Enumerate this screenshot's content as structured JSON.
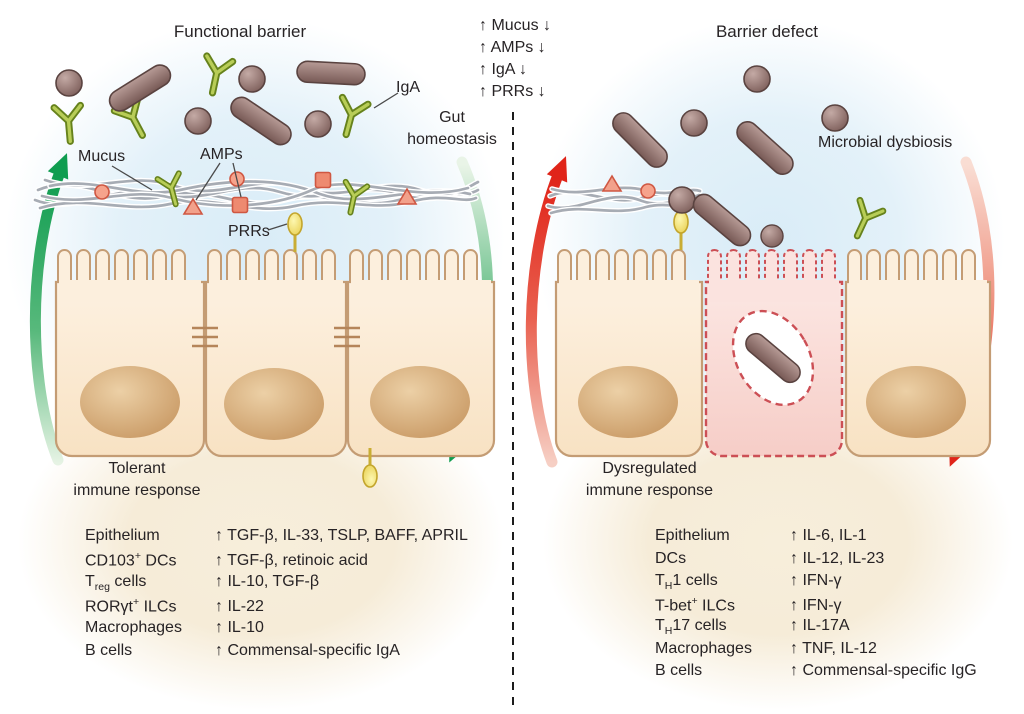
{
  "colors": {
    "accent_green": "#0f9d50",
    "accent_red": "#e02419",
    "bacteria_brown": "#7b5c58",
    "iga_green": "#a9c23c",
    "amp_orange": "#ee8a70",
    "prr_yellow": "#eed75f",
    "mucus_gray": "#a7acb4",
    "epithelium_fill": "#f9e6c9",
    "damaged_cell_fill": "#f6cdc7"
  },
  "left_panel": {
    "title": "Functional barrier",
    "iga_label": "IgA",
    "gut_homeostasis": [
      "Gut",
      "homeostasis"
    ],
    "mucus_label": "Mucus",
    "amps_label": "AMPs",
    "prrs_label": "PRRs",
    "response_line1": "Tolerant",
    "response_line2": "immune response"
  },
  "center_annotations": {
    "changes": [
      "↑ Mucus ↓",
      "↑ AMPs ↓",
      "↑ IgA ↓",
      "↑ PRRs ↓"
    ]
  },
  "right_panel": {
    "title": "Barrier defect",
    "dysbiosis_label": "Microbial dysbiosis",
    "response_line1": "Dysregulated",
    "response_line2": "immune response"
  },
  "left_list": {
    "rows": [
      {
        "label": [
          {
            "t": "Epithelium"
          }
        ],
        "value": "↑ TGF-β, IL-33, TSLP, BAFF, APRIL"
      },
      {
        "label": [
          {
            "t": "CD103"
          },
          {
            "t": "+",
            "s": "sup"
          },
          {
            "t": " DCs"
          }
        ],
        "value": "↑ TGF-β, retinoic acid"
      },
      {
        "label": [
          {
            "t": "T"
          },
          {
            "t": "reg",
            "s": "sub"
          },
          {
            "t": " cells"
          }
        ],
        "value": "↑ IL-10, TGF-β"
      },
      {
        "label": [
          {
            "t": "RORγt"
          },
          {
            "t": "+",
            "s": "sup"
          },
          {
            "t": " ILCs"
          }
        ],
        "value": "↑ IL-22"
      },
      {
        "label": [
          {
            "t": "Macrophages"
          }
        ],
        "value": "↑ IL-10"
      },
      {
        "label": [
          {
            "t": "B cells"
          }
        ],
        "value": "↑ Commensal-specific IgA"
      }
    ]
  },
  "right_list": {
    "rows": [
      {
        "label": [
          {
            "t": "Epithelium"
          }
        ],
        "value": "↑ IL-6, IL-1"
      },
      {
        "label": [
          {
            "t": "DCs"
          }
        ],
        "value": "↑ IL-12, IL-23"
      },
      {
        "label": [
          {
            "t": "T"
          },
          {
            "t": "H",
            "s": "sub"
          },
          {
            "t": "1 cells"
          }
        ],
        "value": "↑ IFN-γ"
      },
      {
        "label": [
          {
            "t": "T-bet"
          },
          {
            "t": "+",
            "s": "sup"
          },
          {
            "t": " ILCs"
          }
        ],
        "value": "↑ IFN-γ"
      },
      {
        "label": [
          {
            "t": "T"
          },
          {
            "t": "H",
            "s": "sub"
          },
          {
            "t": "17 cells"
          }
        ],
        "value": "↑ IL-17A"
      },
      {
        "label": [
          {
            "t": "Macrophages"
          }
        ],
        "value": "↑ TNF, IL-12"
      },
      {
        "label": [
          {
            "t": "B cells"
          }
        ],
        "value": "↑ Commensal-specific IgG"
      }
    ]
  }
}
